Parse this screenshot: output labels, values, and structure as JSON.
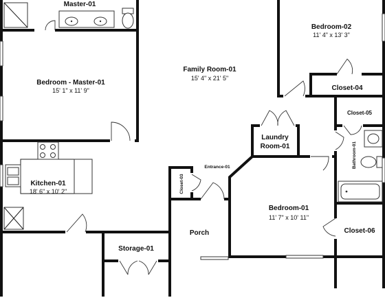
{
  "rooms": {
    "master_bath": {
      "name": "Master-01"
    },
    "bedroom_master": {
      "name": "Bedroom - Master-01",
      "dims": "15' 1\" x 11' 9\""
    },
    "family_room": {
      "name": "Family Room-01",
      "dims": "15' 4\" x 21' 5\""
    },
    "bedroom_02": {
      "name": "Bedroom-02",
      "dims": "11' 4\" x 13' 3\""
    },
    "closet_04": {
      "name": "Closet-04"
    },
    "closet_05": {
      "name": "Closet-05"
    },
    "laundry": {
      "name_line1": "Laundry",
      "name_line2": "Room-01"
    },
    "bathroom_01": {
      "name": "Bathroom-01"
    },
    "entrance": {
      "name": "Entrance-01"
    },
    "closet_03": {
      "name": "Closet-03"
    },
    "kitchen": {
      "name": "Kitchen-01",
      "dims": "18' 6\" x 10' 2\""
    },
    "bedroom_01": {
      "name": "Bedroom-01",
      "dims": "11' 7\" x 10' 11\""
    },
    "porch": {
      "name": "Porch"
    },
    "closet_06": {
      "name": "Closet-06"
    },
    "storage": {
      "name": "Storage-01"
    }
  }
}
